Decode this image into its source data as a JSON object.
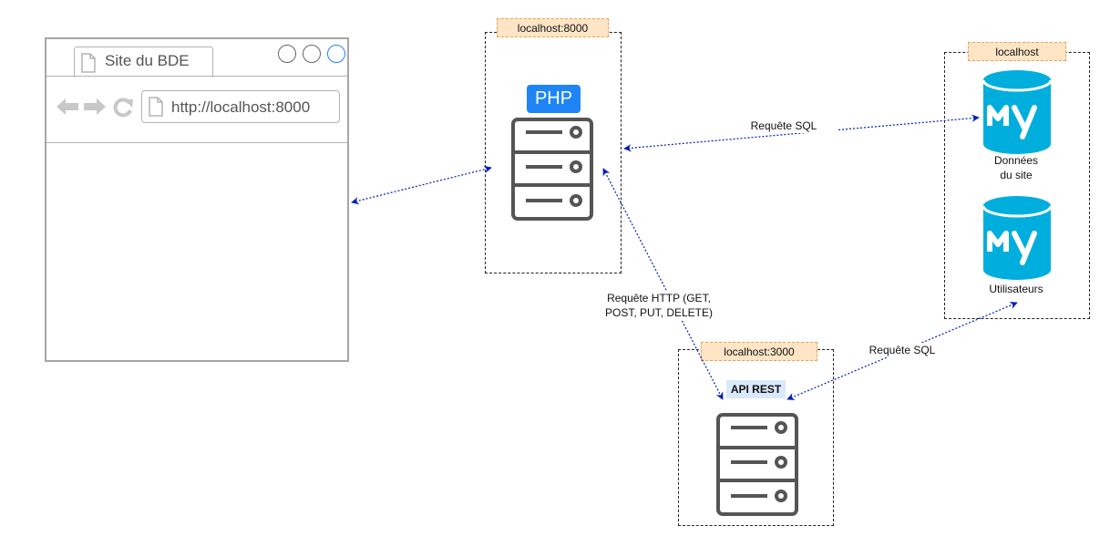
{
  "browser": {
    "tab_title": "Site du BDE",
    "url": "http://localhost:8000"
  },
  "php_server": {
    "host_tag": "localhost:8000",
    "badge": "PHP"
  },
  "api_server": {
    "host_tag": "localhost:3000",
    "badge": "API REST"
  },
  "db_server": {
    "host_tag": "localhost",
    "db1_label": "Données\ndu site",
    "db2_label": "Utilisateurs"
  },
  "edges": {
    "php_db": "Requête SQL",
    "php_api": "Requête HTTP (GET,\nPOST, PUT, DELETE)",
    "api_db": "Requête SQL"
  },
  "colors": {
    "connector": "#001dbc",
    "php_badge": "#1f85f6",
    "mysql": "#00aedd",
    "host_tag_fill": "#fde5c6"
  },
  "icons": [
    "document-icon",
    "back-arrow-icon",
    "forward-arrow-icon",
    "refresh-icon",
    "server-icon",
    "mysql-icon"
  ]
}
